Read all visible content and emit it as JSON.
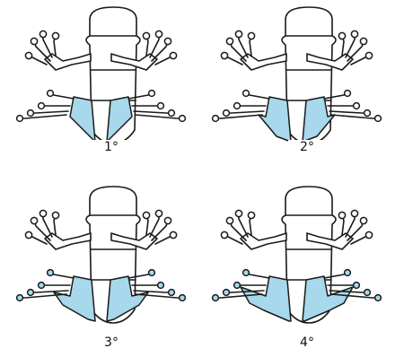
{
  "colors": {
    "webbing": "#a7d8ec",
    "outline": "#1a1a1a",
    "background": "#ffffff"
  },
  "panels": [
    {
      "label": "1°",
      "degree": 1
    },
    {
      "label": "2°",
      "degree": 2
    },
    {
      "label": "3°",
      "degree": 3
    },
    {
      "label": "4°",
      "degree": 4
    }
  ]
}
